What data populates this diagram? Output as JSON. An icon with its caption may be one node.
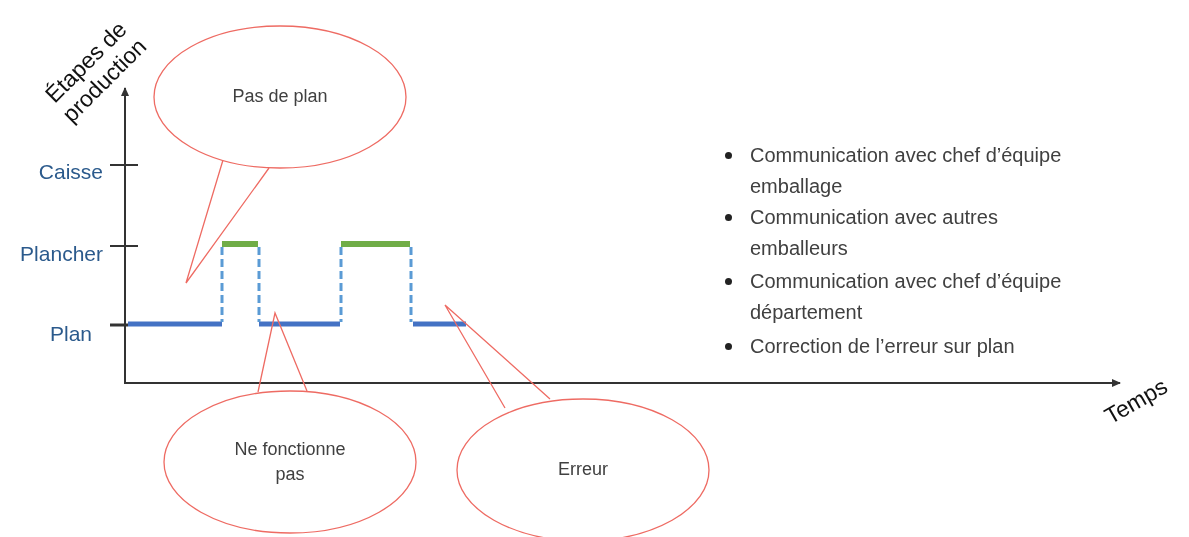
{
  "diagram": {
    "nodes": [
      {
        "text": [
          "Pas de plan"
        ]
      },
      {
        "text": [
          "Ne fonctionne pas"
        ]
      },
      {
        "text": [
          "Erreur"
        ]
      }
    ],
    "edges": [
      {
        "from": 0,
        "to": null,
        "arrow": "none"
      },
      {
        "from": 1,
        "to": null,
        "arrow": "none"
      },
      {
        "from": 2,
        "to": null,
        "arrow": "none"
      }
    ],
    "labels": [
      "Étapes de production",
      "Caisse",
      "Plancher",
      "Plan",
      "Communication avec chef d’équipe emballage",
      "Communication avec autres emballeurs",
      "Communication avec chef d’équipe département",
      "Correction de l’erreur sur plan",
      "Temps"
    ]
  }
}
